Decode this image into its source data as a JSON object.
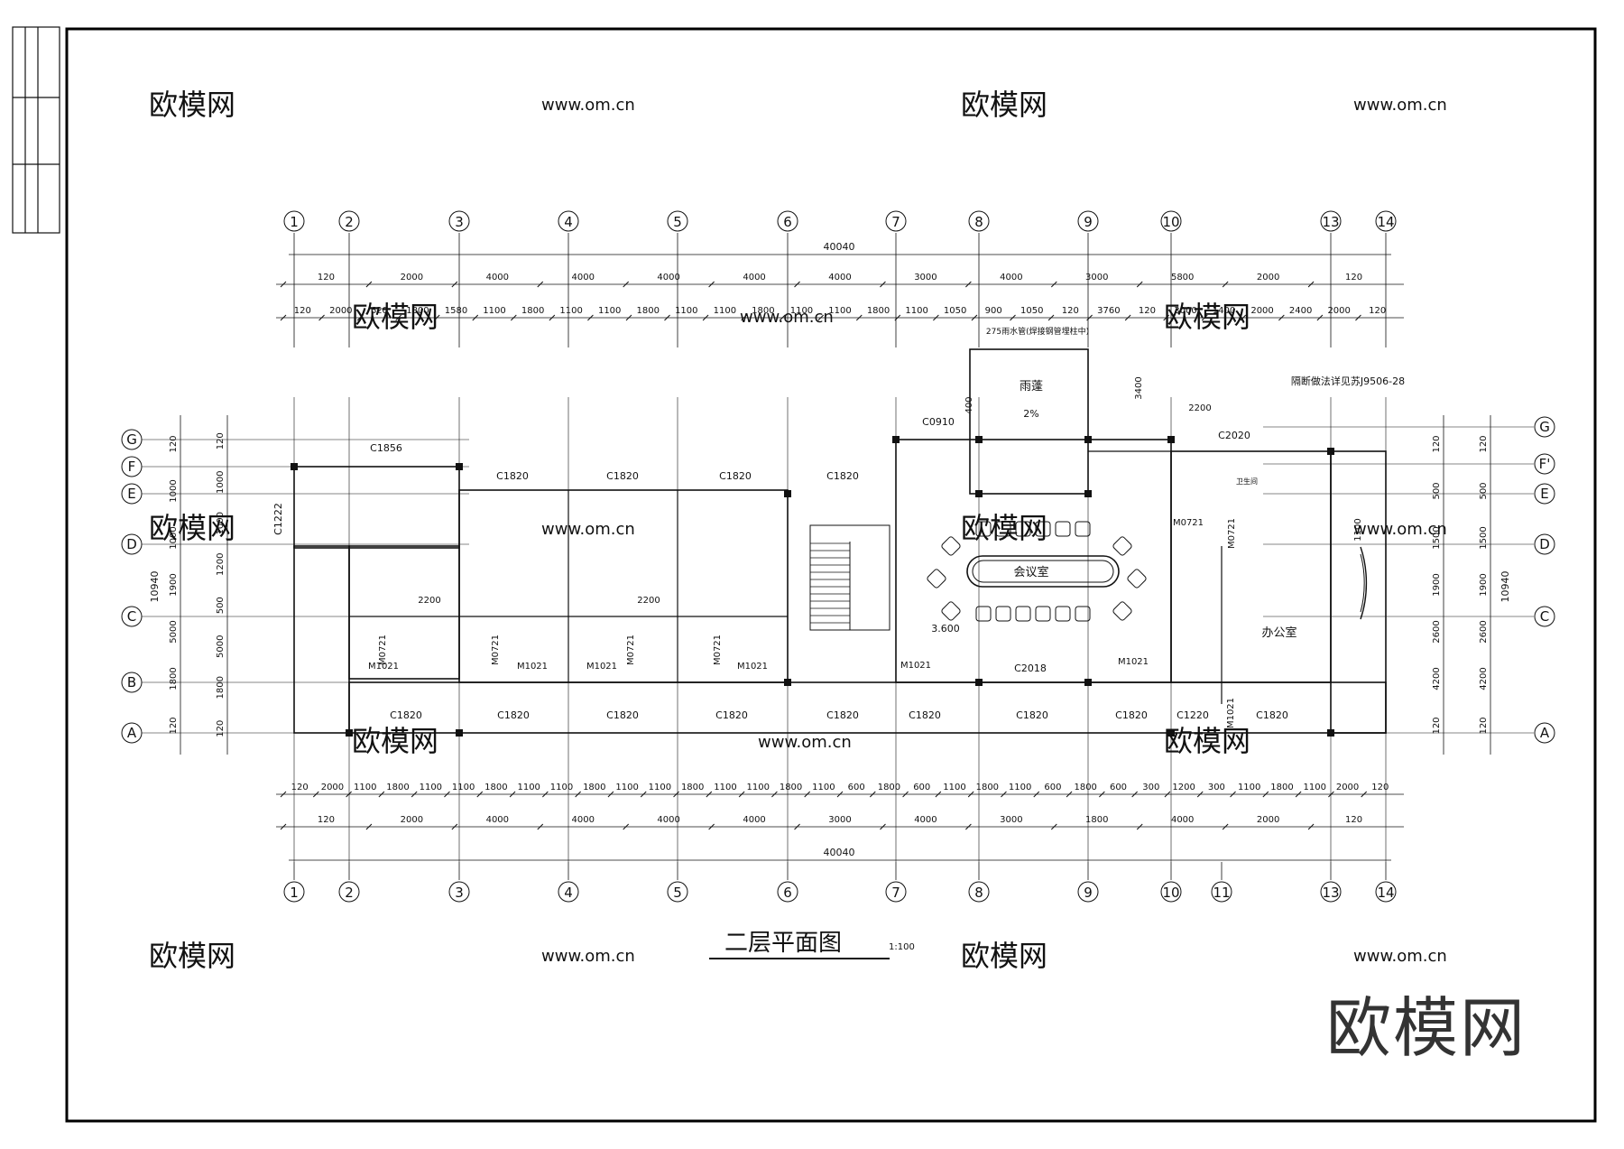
{
  "drawing": {
    "title": "二层平面图",
    "scale": "1:100",
    "total_length": "40040",
    "total_depth": "10940"
  },
  "axes": {
    "columns": [
      "1",
      "2",
      "3",
      "4",
      "5",
      "6",
      "7",
      "8",
      "9",
      "10",
      "13",
      "14"
    ],
    "columns_bottom": [
      "1",
      "2",
      "3",
      "4",
      "5",
      "6",
      "7",
      "8",
      "9",
      "10",
      "11",
      "13",
      "14"
    ],
    "rows": [
      "G",
      "F",
      "E",
      "D",
      "C",
      "B",
      "A"
    ],
    "rows_right": [
      "G",
      "F'",
      "E",
      "D",
      "C",
      "A"
    ]
  },
  "dims": {
    "top_row1": [
      "120",
      "2000",
      "4000",
      "4000",
      "4000",
      "4000",
      "4000",
      "3000",
      "4000",
      "3000",
      "5800",
      "2000",
      "120"
    ],
    "top_row2": [
      "120",
      "2000",
      "620",
      "1800",
      "1580",
      "1100",
      "1800",
      "1100",
      "1100",
      "1800",
      "1100",
      "1100",
      "1800",
      "1100",
      "1100",
      "1800",
      "1100",
      "1050",
      "900",
      "1050",
      "120",
      "3760",
      "120",
      "3000",
      "1400",
      "2000",
      "2400",
      "2000",
      "120"
    ],
    "bottom_row1": [
      "120",
      "2000",
      "1100",
      "1800",
      "1100",
      "1100",
      "1800",
      "1100",
      "1100",
      "1800",
      "1100",
      "1100",
      "1800",
      "1100",
      "1100",
      "1800",
      "1100",
      "600",
      "1800",
      "600",
      "1100",
      "1800",
      "1100",
      "600",
      "1800",
      "600",
      "300",
      "1200",
      "300",
      "1100",
      "1800",
      "1100",
      "2000",
      "120"
    ],
    "bottom_row2": [
      "120",
      "2000",
      "4000",
      "4000",
      "4000",
      "4000",
      "3000",
      "4000",
      "3000",
      "1800",
      "4000",
      "2000",
      "120"
    ],
    "left_outer": [
      "120",
      "1000",
      "1000",
      "1900",
      "5000",
      "1800",
      "120"
    ],
    "left_inner": [
      "120",
      "1000",
      "1000",
      "1200",
      "500",
      "5000",
      "1800",
      "120"
    ],
    "right_outer": [
      "120",
      "500",
      "1500",
      "1900",
      "2600",
      "4200",
      "120"
    ],
    "right_inner": [
      "120",
      "500",
      "1500",
      "1900",
      "2600",
      "4200",
      "120"
    ]
  },
  "labels": {
    "windows": [
      "C1856",
      "C1820",
      "C1820",
      "C1820",
      "C1820",
      "C1222",
      "C0910",
      "C2020",
      "C2018",
      "C1820",
      "C1820",
      "C1820",
      "C1820",
      "C1820",
      "C1820",
      "C1820",
      "C1820",
      "C1220",
      "C1820"
    ],
    "doors": [
      "M1021",
      "M0721",
      "M0721",
      "M1021",
      "M1021",
      "M0721",
      "M0721",
      "M1021",
      "M1021",
      "M1021",
      "M0721",
      "M0721",
      "M1021"
    ],
    "rooms": {
      "meeting": "会议室",
      "office": "办公室",
      "canopy": "雨蓬",
      "toilet": "卫生间"
    },
    "notes": {
      "downpipe": "275雨水管(焊接钢管埋柱中)",
      "slope": "2%",
      "elevation": "3.600",
      "detail_ref": "隔断做法详见苏J9506-28",
      "dim_400": "400",
      "dim_3400": "3400",
      "dim_2200": "2200",
      "dim_1100": "1100",
      "dim_2200a": "2200",
      "dim_2200b": "2200"
    }
  },
  "watermark": {
    "brand": "欧模网",
    "url": "www.om.cn"
  }
}
